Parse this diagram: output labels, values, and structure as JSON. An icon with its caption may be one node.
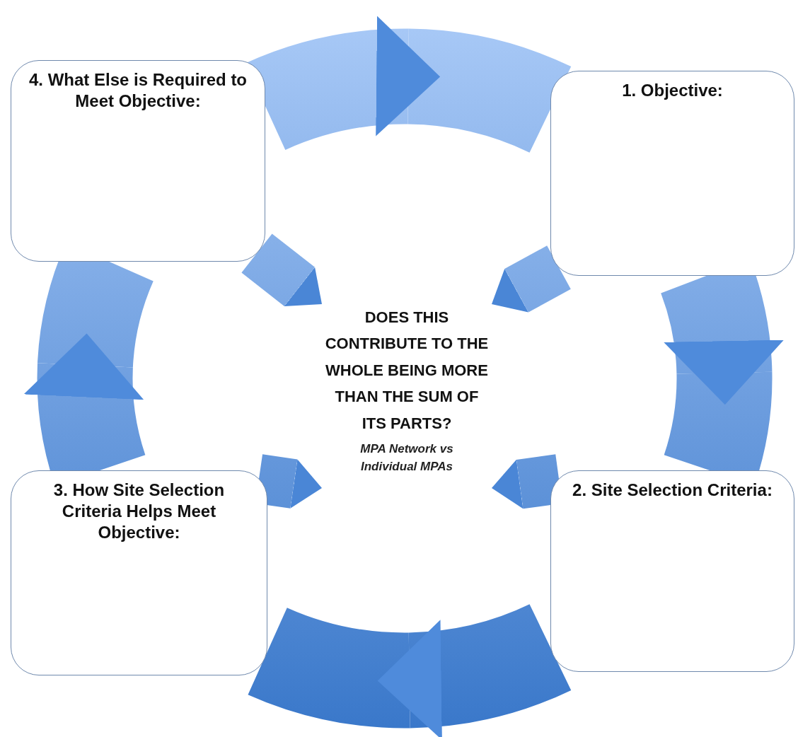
{
  "diagram": {
    "nodes": [
      {
        "text": [
          "4. What Else is Required to Meet Objective:"
        ]
      },
      {
        "text": [
          "1. Objective:"
        ]
      },
      {
        "text": [
          "DOES THIS CONTRIBUTE TO THE WHOLE BEING MORE THAN THE SUM OF ITS PARTS?",
          "MPA Network vs Individual MPAs"
        ]
      },
      {
        "text": [
          "3. How Site Selection Criteria Helps Meet Objective:"
        ]
      },
      {
        "text": [
          "2. Site Selection Criteria:"
        ]
      }
    ],
    "edges": [
      {
        "from": 0,
        "to": 1,
        "arrow": "to"
      },
      {
        "from": 1,
        "to": 4,
        "arrow": "to"
      },
      {
        "from": 4,
        "to": 3,
        "arrow": "to"
      },
      {
        "from": 3,
        "to": 0,
        "arrow": "to"
      },
      {
        "from": 0,
        "to": 2,
        "arrow": "to"
      },
      {
        "from": 1,
        "to": 2,
        "arrow": "to"
      },
      {
        "from": 4,
        "to": 2,
        "arrow": "to"
      },
      {
        "from": 3,
        "to": 2,
        "arrow": "to"
      }
    ]
  }
}
